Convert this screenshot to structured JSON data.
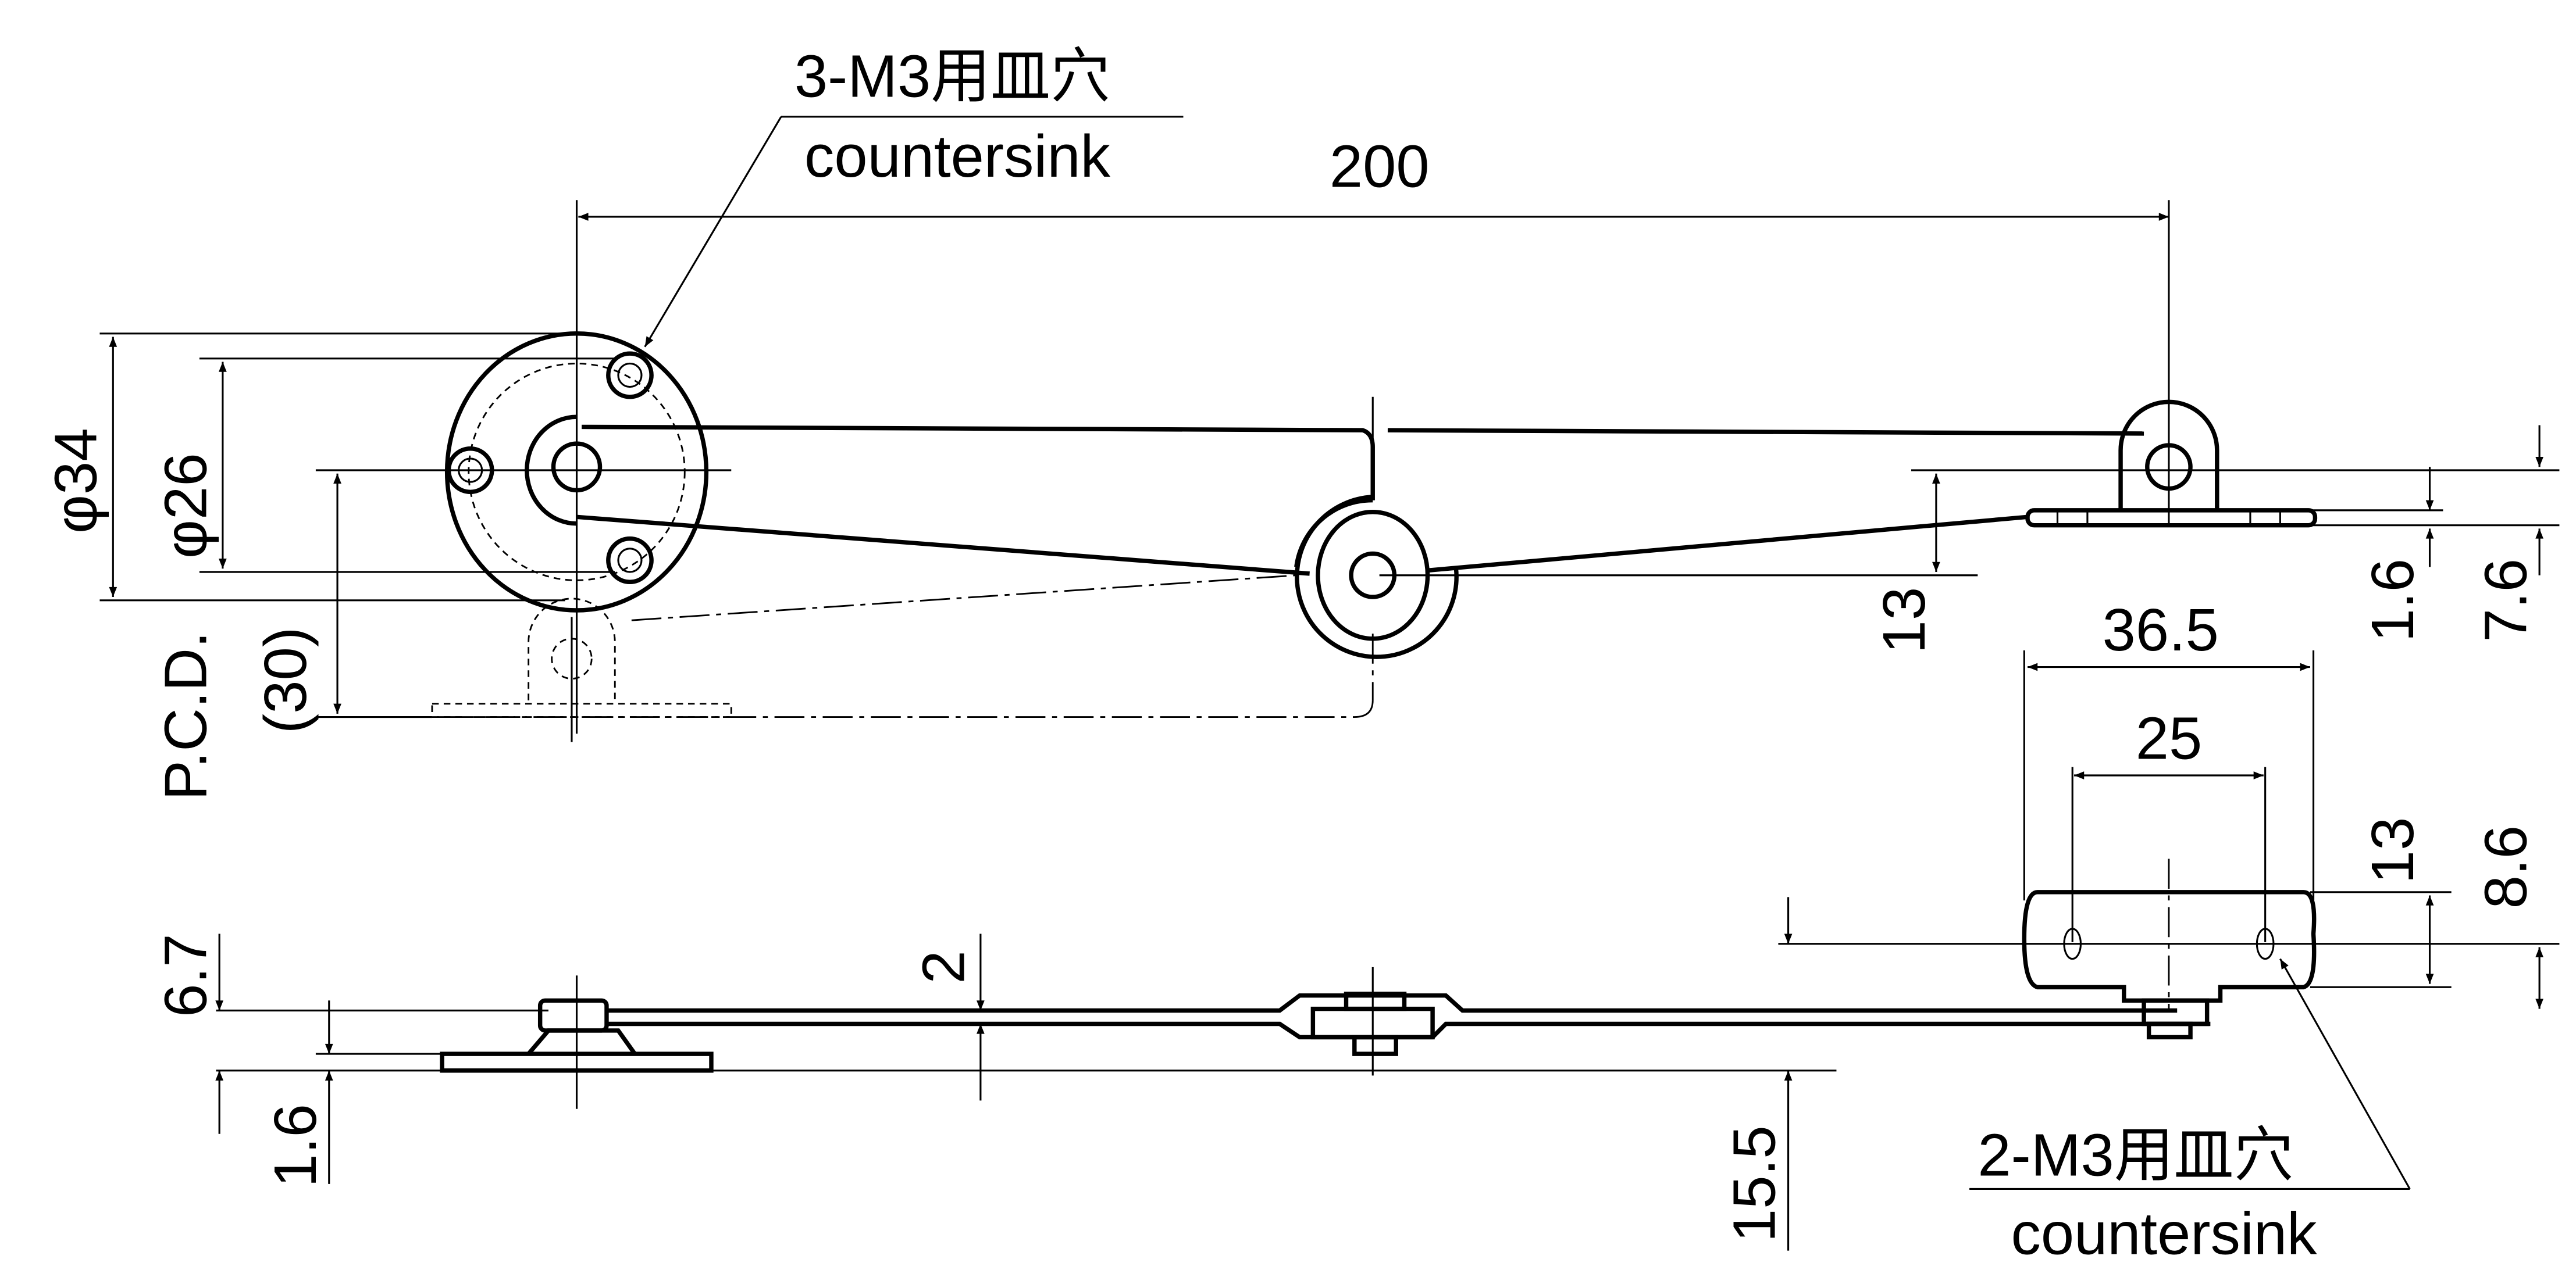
{
  "drawing": {
    "top_callout": {
      "spec": "3-M3用皿穴",
      "label": "countersink"
    },
    "bottom_callout": {
      "spec": "2-M3用皿穴",
      "label": "countersink"
    },
    "dimensions": {
      "length": "200",
      "phi34": "φ34",
      "phi26": "φ26",
      "pcd": "P.C.D.",
      "d30": "(30)",
      "d13_top": "13",
      "d1_6_top": "1.6",
      "d7_6": "7.6",
      "d36_5": "36.5",
      "d25": "25",
      "d13_side": "13",
      "d8_6": "8.6",
      "d6_7": "6.7",
      "d1_6_bottom": "1.6",
      "d2": "2",
      "d15_5": "15.5"
    }
  }
}
